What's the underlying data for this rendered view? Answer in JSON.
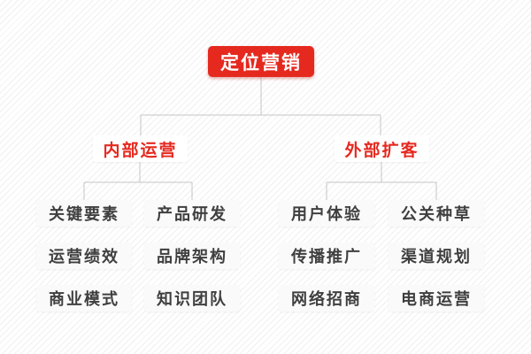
{
  "diagram": {
    "type": "mindmap-orgchart",
    "root": {
      "label": "定位营销"
    },
    "branches": [
      {
        "label": "内部运营",
        "children": [
          "关键要素",
          "产品研发",
          "运营绩效",
          "品牌架构",
          "商业模式",
          "知识团队"
        ]
      },
      {
        "label": "外部扩客",
        "children": [
          "用户体验",
          "公关种草",
          "传播推广",
          "渠道规划",
          "网络招商",
          "电商运营"
        ]
      }
    ],
    "colors": {
      "root_background": "#e5291f",
      "root_text": "#ffffff",
      "branch_text": "#e5291f",
      "leaf_text": "#3f3f3f",
      "node_background": "#fafafa",
      "connector_line": "#c5c5c5",
      "background_stripe": "#f0f0f0"
    }
  }
}
